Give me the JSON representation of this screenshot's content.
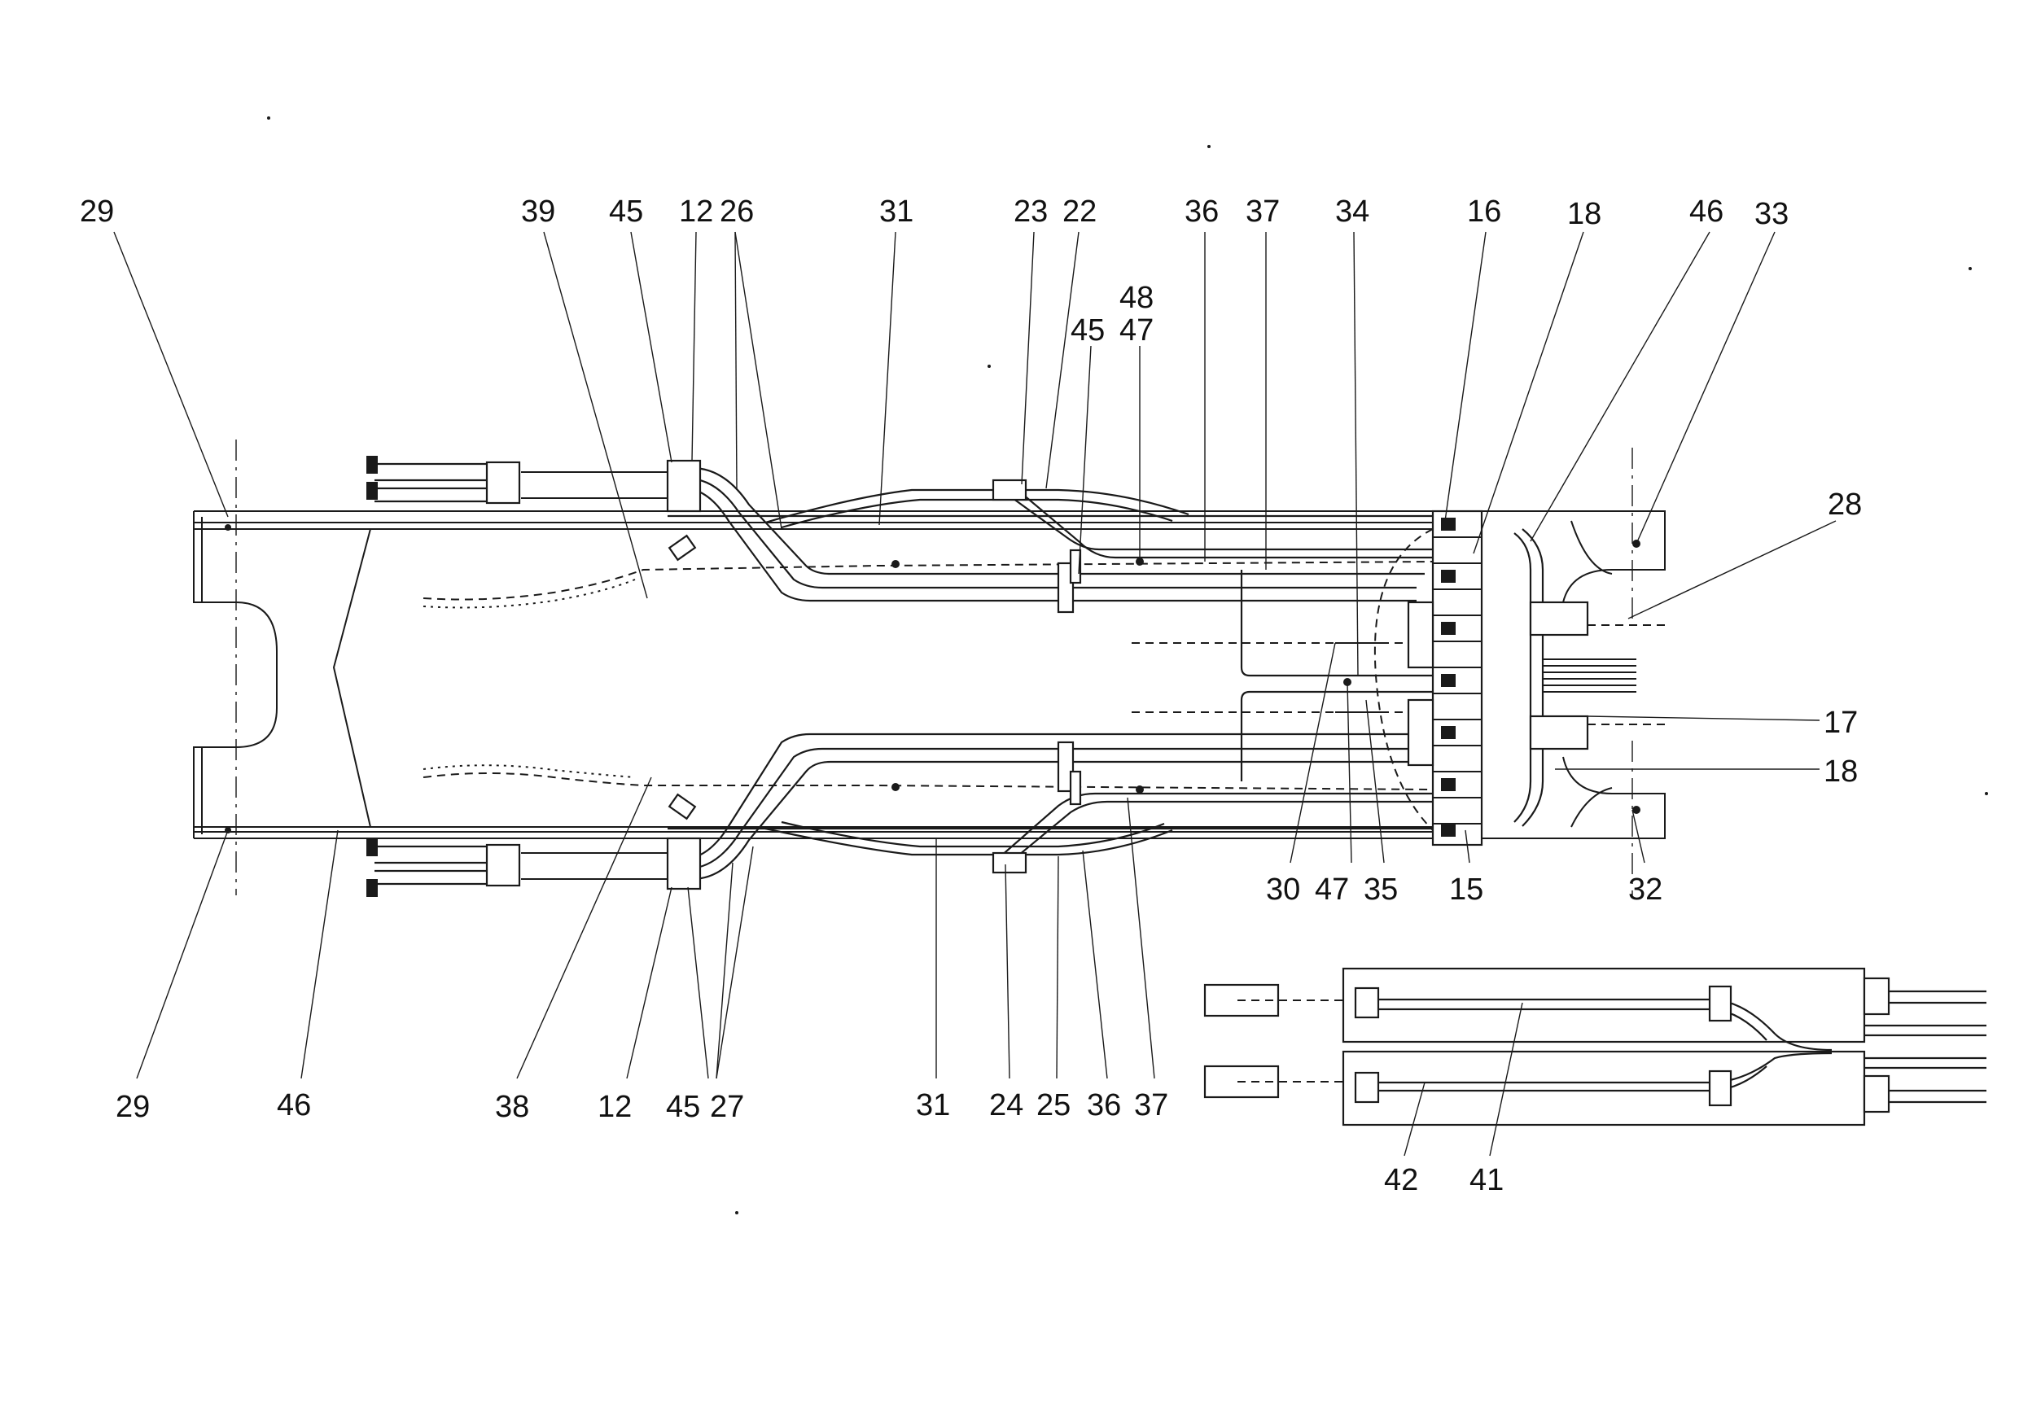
{
  "drawing": {
    "callouts_top": [
      "29",
      "39",
      "45",
      "12",
      "26",
      "31",
      "23",
      "22",
      "36",
      "37",
      "34",
      "16",
      "18",
      "46",
      "33",
      "48",
      "45",
      "47",
      "28"
    ],
    "callouts_bottom": [
      "29",
      "46",
      "38",
      "12",
      "45",
      "27",
      "31",
      "24",
      "25",
      "36",
      "37"
    ],
    "callouts_right": [
      "30",
      "47",
      "35",
      "15",
      "32",
      "17",
      "18"
    ],
    "callouts_inset": [
      "42",
      "41"
    ]
  }
}
